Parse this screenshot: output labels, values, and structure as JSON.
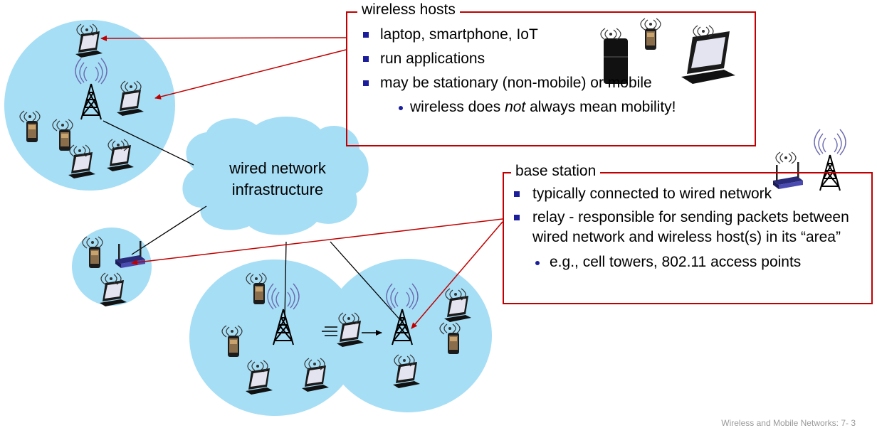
{
  "wireless_hosts": {
    "title": "wireless hosts",
    "bullets": [
      "laptop, smartphone, IoT",
      "run applications",
      "may be stationary (non-mobile) or mobile"
    ],
    "sub_bullet_prefix": "wireless does ",
    "sub_bullet_emphasis": "not",
    "sub_bullet_suffix": " always mean mobility!"
  },
  "base_station": {
    "title": "base station",
    "bullets": [
      "typically connected to wired network",
      "relay - responsible for sending packets between wired network and wireless host(s) in its “area”"
    ],
    "sub_bullet": "e.g., cell towers,  802.11 access points"
  },
  "cloud": {
    "line1": "wired network",
    "line2": "infrastructure"
  },
  "footer": "Wireless and Mobile Networks: 7- 3",
  "colors": {
    "cell": "#a6def5",
    "box_border": "#c00000",
    "bullet": "#1b1d9b",
    "arrow": "#c00000"
  }
}
